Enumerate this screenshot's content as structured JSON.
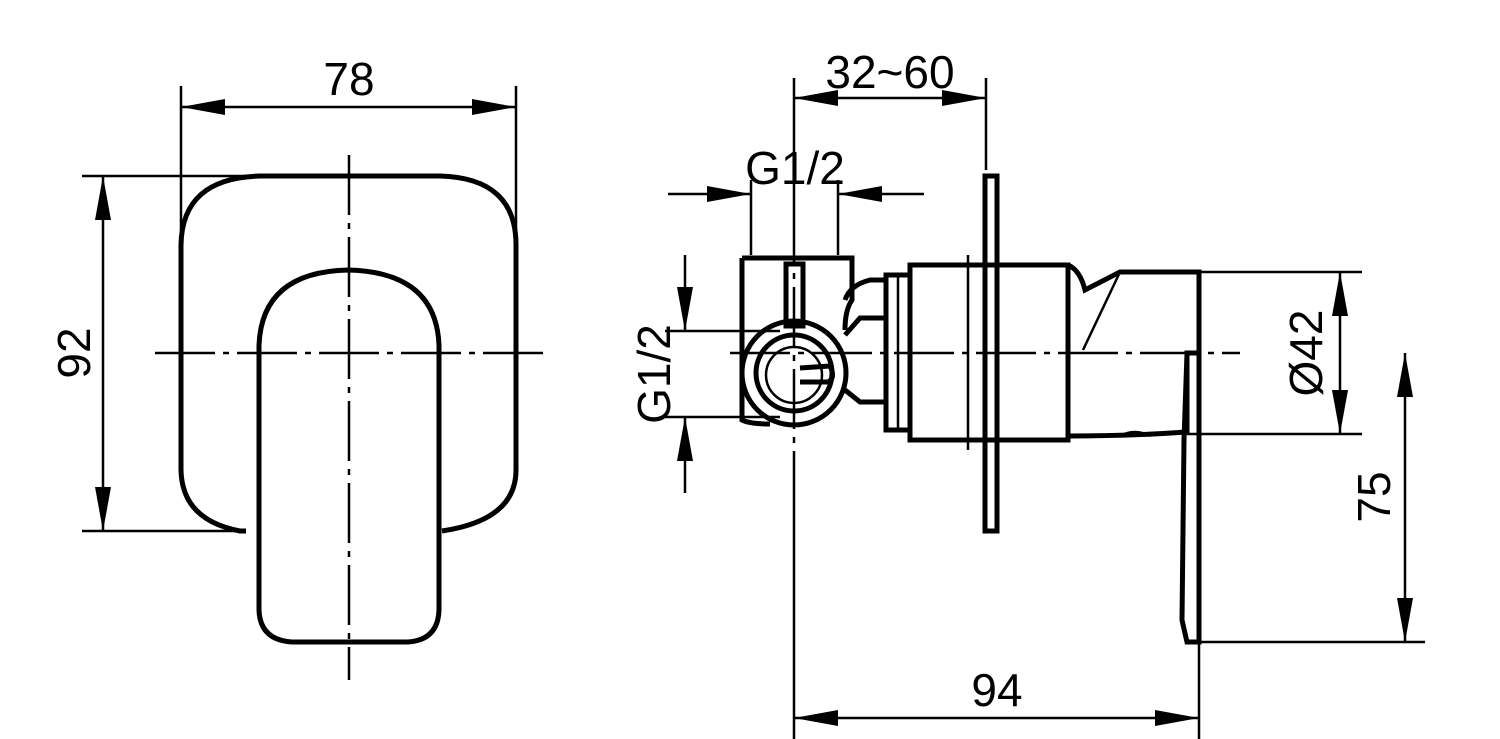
{
  "dimensions": {
    "front_width": "78",
    "front_height": "92",
    "wall_depth_range": "32~60",
    "top_inlet": "G1/2",
    "side_inlet": "G1/2",
    "plate_diameter": "Ø42",
    "handle_drop": "75",
    "total_depth": "94"
  }
}
